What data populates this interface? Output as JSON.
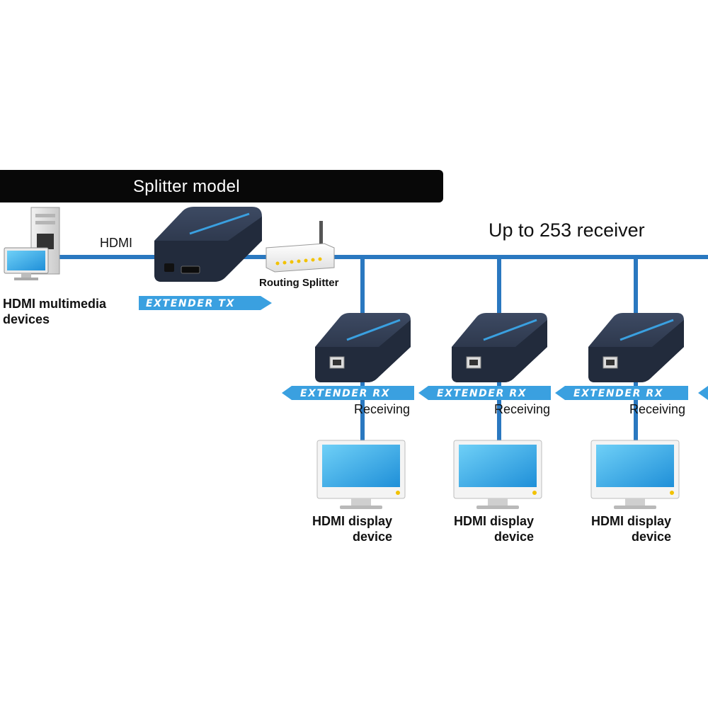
{
  "banner": {
    "title": "Splitter model"
  },
  "labels": {
    "hdmi_link": "HDMI",
    "source": [
      "HDMI multimedia",
      "devices"
    ],
    "router": "Routing Splitter",
    "capacity": "Up to 253 receiver",
    "tx_tag": "EXTENDER TX",
    "rx_tag": "EXTENDER RX",
    "receiving": "Receiving",
    "display": [
      "HDMI display",
      "device"
    ]
  },
  "receivers": [
    {
      "id": 1,
      "receiving": "Receiving",
      "display": [
        "HDMI display",
        "device"
      ]
    },
    {
      "id": 2,
      "receiving": "Receiving",
      "display": [
        "HDMI display",
        "device"
      ]
    },
    {
      "id": 3,
      "receiving": "Receiving",
      "display": [
        "HDMI display",
        "device"
      ]
    }
  ],
  "colors": {
    "cable": "#2a78c0",
    "tag": "#3aa0e0",
    "device": "#2f3a4e",
    "screen": "#3fb1ec",
    "banner": "#080808"
  }
}
